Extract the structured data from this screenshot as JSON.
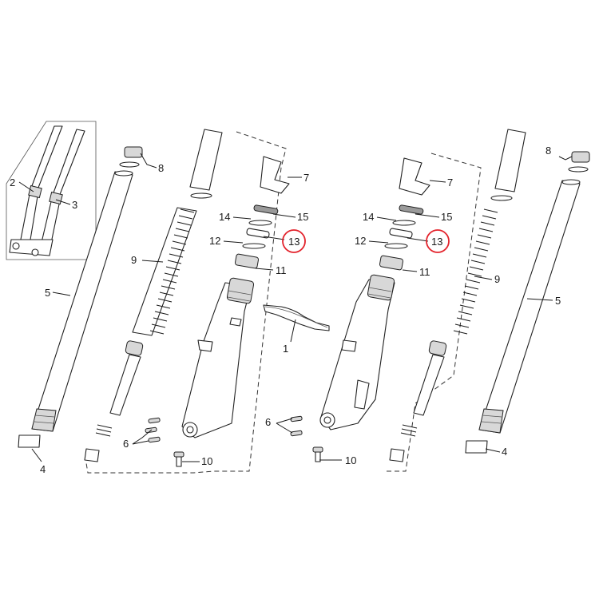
{
  "diagram": {
    "callouts": {
      "n1": "1",
      "n2": "2",
      "n3": "3",
      "n4": "4",
      "n5": "5",
      "n6": "6",
      "n7": "7",
      "n8": "8",
      "n9": "9",
      "n10": "10",
      "n11": "11",
      "n12": "12",
      "n13": "13",
      "n14": "14",
      "n15": "15"
    },
    "highlighted_callout": "13",
    "highlight_color": "#e3232c",
    "line_color": "#1a1a1a",
    "background": "#ffffff"
  }
}
